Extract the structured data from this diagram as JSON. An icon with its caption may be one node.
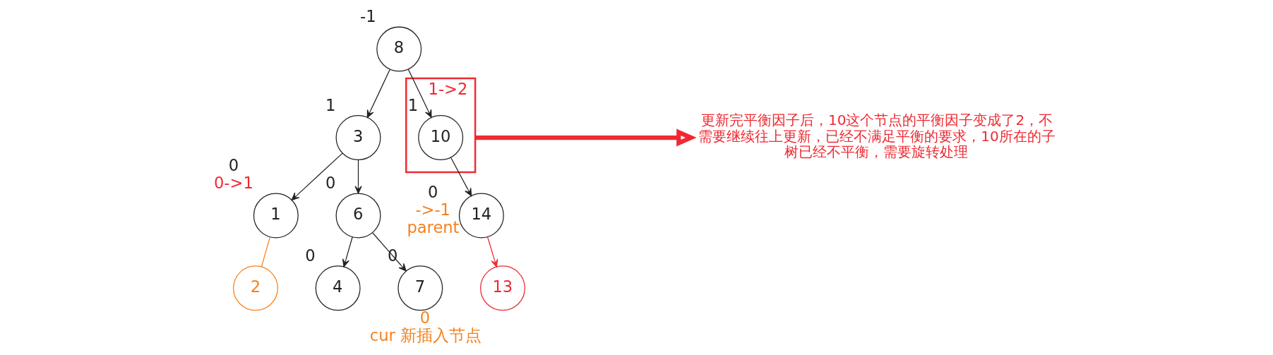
{
  "diagram": {
    "nodes": [
      {
        "text": [
          "8"
        ],
        "beside": [
          "-1"
        ]
      },
      {
        "text": [
          "3"
        ],
        "beside": [
          "1"
        ]
      },
      {
        "text": [
          "1->2"
        ]
      },
      {
        "text": [
          "10"
        ],
        "beside": [
          "1"
        ],
        "in": 2
      },
      {
        "text": [
          "更新完平衡因子后，10这个节点的平衡因子变成了2，不需要继续往上更新，已经不满足平衡的要求，10所在的子树已经不平衡，需要旋转处理"
        ]
      },
      {
        "text": [
          "1"
        ],
        "beside": [
          "0",
          "0->1"
        ]
      },
      {
        "text": [
          "6"
        ],
        "beside": [
          "0"
        ]
      },
      {
        "text": [
          "14"
        ],
        "beside": [
          "0",
          "->-1",
          "parent"
        ]
      },
      {
        "text": [
          "2"
        ]
      },
      {
        "text": [
          "4"
        ],
        "beside": [
          "0"
        ]
      },
      {
        "text": [
          "7"
        ],
        "beside": [
          "0"
        ]
      },
      {
        "text": [
          "13"
        ],
        "beside": [
          "0",
          "cur 新插入节点"
        ]
      }
    ],
    "edges": [
      {
        "from": 0,
        "to": 1,
        "arrow": "to"
      },
      {
        "from": 0,
        "to": 3,
        "arrow": "to"
      },
      {
        "from": 2,
        "to": 4,
        "arrow": "to",
        "style": "thick",
        "color": "#ee2a32"
      },
      {
        "from": 1,
        "to": 5,
        "arrow": "to"
      },
      {
        "from": 1,
        "to": 6,
        "arrow": "to"
      },
      {
        "from": 3,
        "to": 7,
        "arrow": "to"
      },
      {
        "from": 5,
        "to": 8,
        "arrow": "none",
        "color": "#f5821f"
      },
      {
        "from": 6,
        "to": 9,
        "arrow": "to"
      },
      {
        "from": 6,
        "to": 10,
        "arrow": "to"
      },
      {
        "from": 7,
        "to": 11,
        "arrow": "to",
        "color": "#ee2a32"
      }
    ]
  }
}
